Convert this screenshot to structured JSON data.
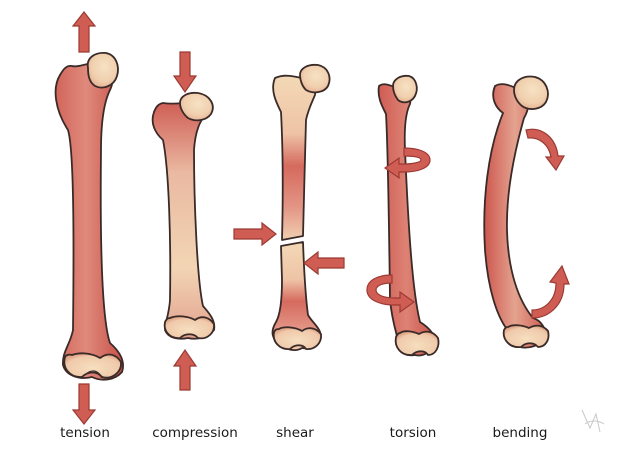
{
  "labels": {
    "tension": "tension",
    "compression": "compression",
    "shear": "shear",
    "torsion": "torsion",
    "bending": "bending"
  },
  "colors": {
    "bone_outline": "#3a2a28",
    "bone_red": "#c9534a",
    "bone_pink": "#e6a192",
    "bone_cream": "#f3d7b5",
    "arrow_fill": "#cf5d53",
    "arrow_stroke": "#9c3a33"
  }
}
